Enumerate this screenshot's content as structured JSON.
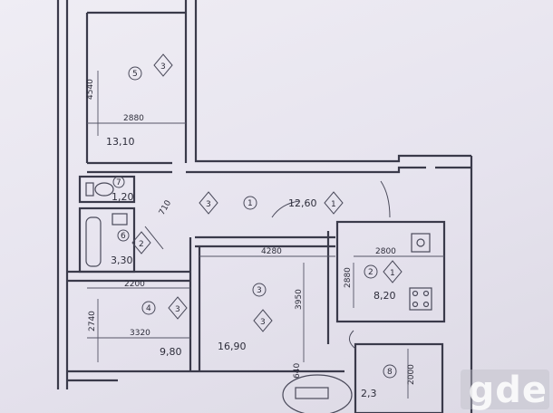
{
  "watermark": "gde",
  "rooms": [
    {
      "id": "r5",
      "number": "5",
      "category": "3",
      "area": "13,10",
      "width_dim": "2880",
      "height_dim": "4540"
    },
    {
      "id": "r7",
      "number": "7",
      "area": "1,20"
    },
    {
      "id": "r6",
      "number": "6",
      "category": "2",
      "area": "3,30",
      "dim": "710"
    },
    {
      "id": "r1",
      "number": "1",
      "category": "3",
      "category2": "1",
      "area": "12,60"
    },
    {
      "id": "r2",
      "number": "2",
      "category": "1",
      "area": "8,20",
      "width_dim": "2800",
      "height_dim": "2880"
    },
    {
      "id": "r3",
      "number": "3",
      "category": "3",
      "area": "16,90",
      "width_dim": "4280",
      "height_dim": "3950"
    },
    {
      "id": "r4",
      "number": "4",
      "category": "3",
      "area": "9,80",
      "width_dim": "3320",
      "height_dim": "2740",
      "top_dim": "2200"
    },
    {
      "id": "r8",
      "number": "8",
      "area": "2,3",
      "width_dim": "640",
      "height_dim": "2000"
    }
  ]
}
